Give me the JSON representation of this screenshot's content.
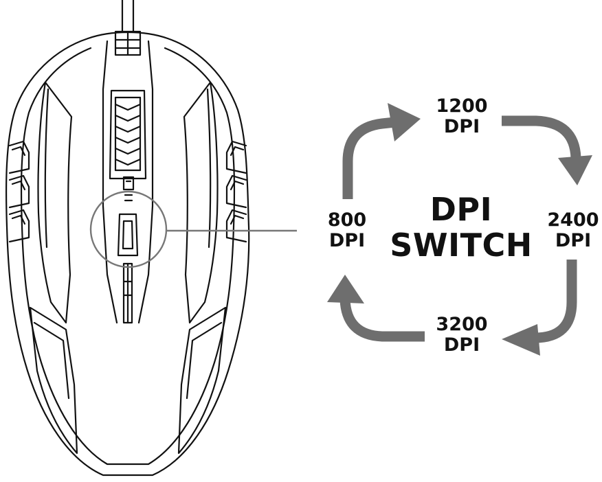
{
  "center": {
    "line1": "DPI",
    "line2": "SWITCH"
  },
  "dpi_levels": [
    {
      "value": "1200",
      "unit": "DPI"
    },
    {
      "value": "2400",
      "unit": "DPI"
    },
    {
      "value": "3200",
      "unit": "DPI"
    },
    {
      "value": "800",
      "unit": "DPI"
    }
  ],
  "colors": {
    "arrow": "#6e6e6e",
    "outline": "#111111",
    "callout": "#777777",
    "background": "#ffffff"
  },
  "icons": {
    "mouse": "gaming-mouse-icon",
    "cycle": "cycle-arrows-icon"
  }
}
